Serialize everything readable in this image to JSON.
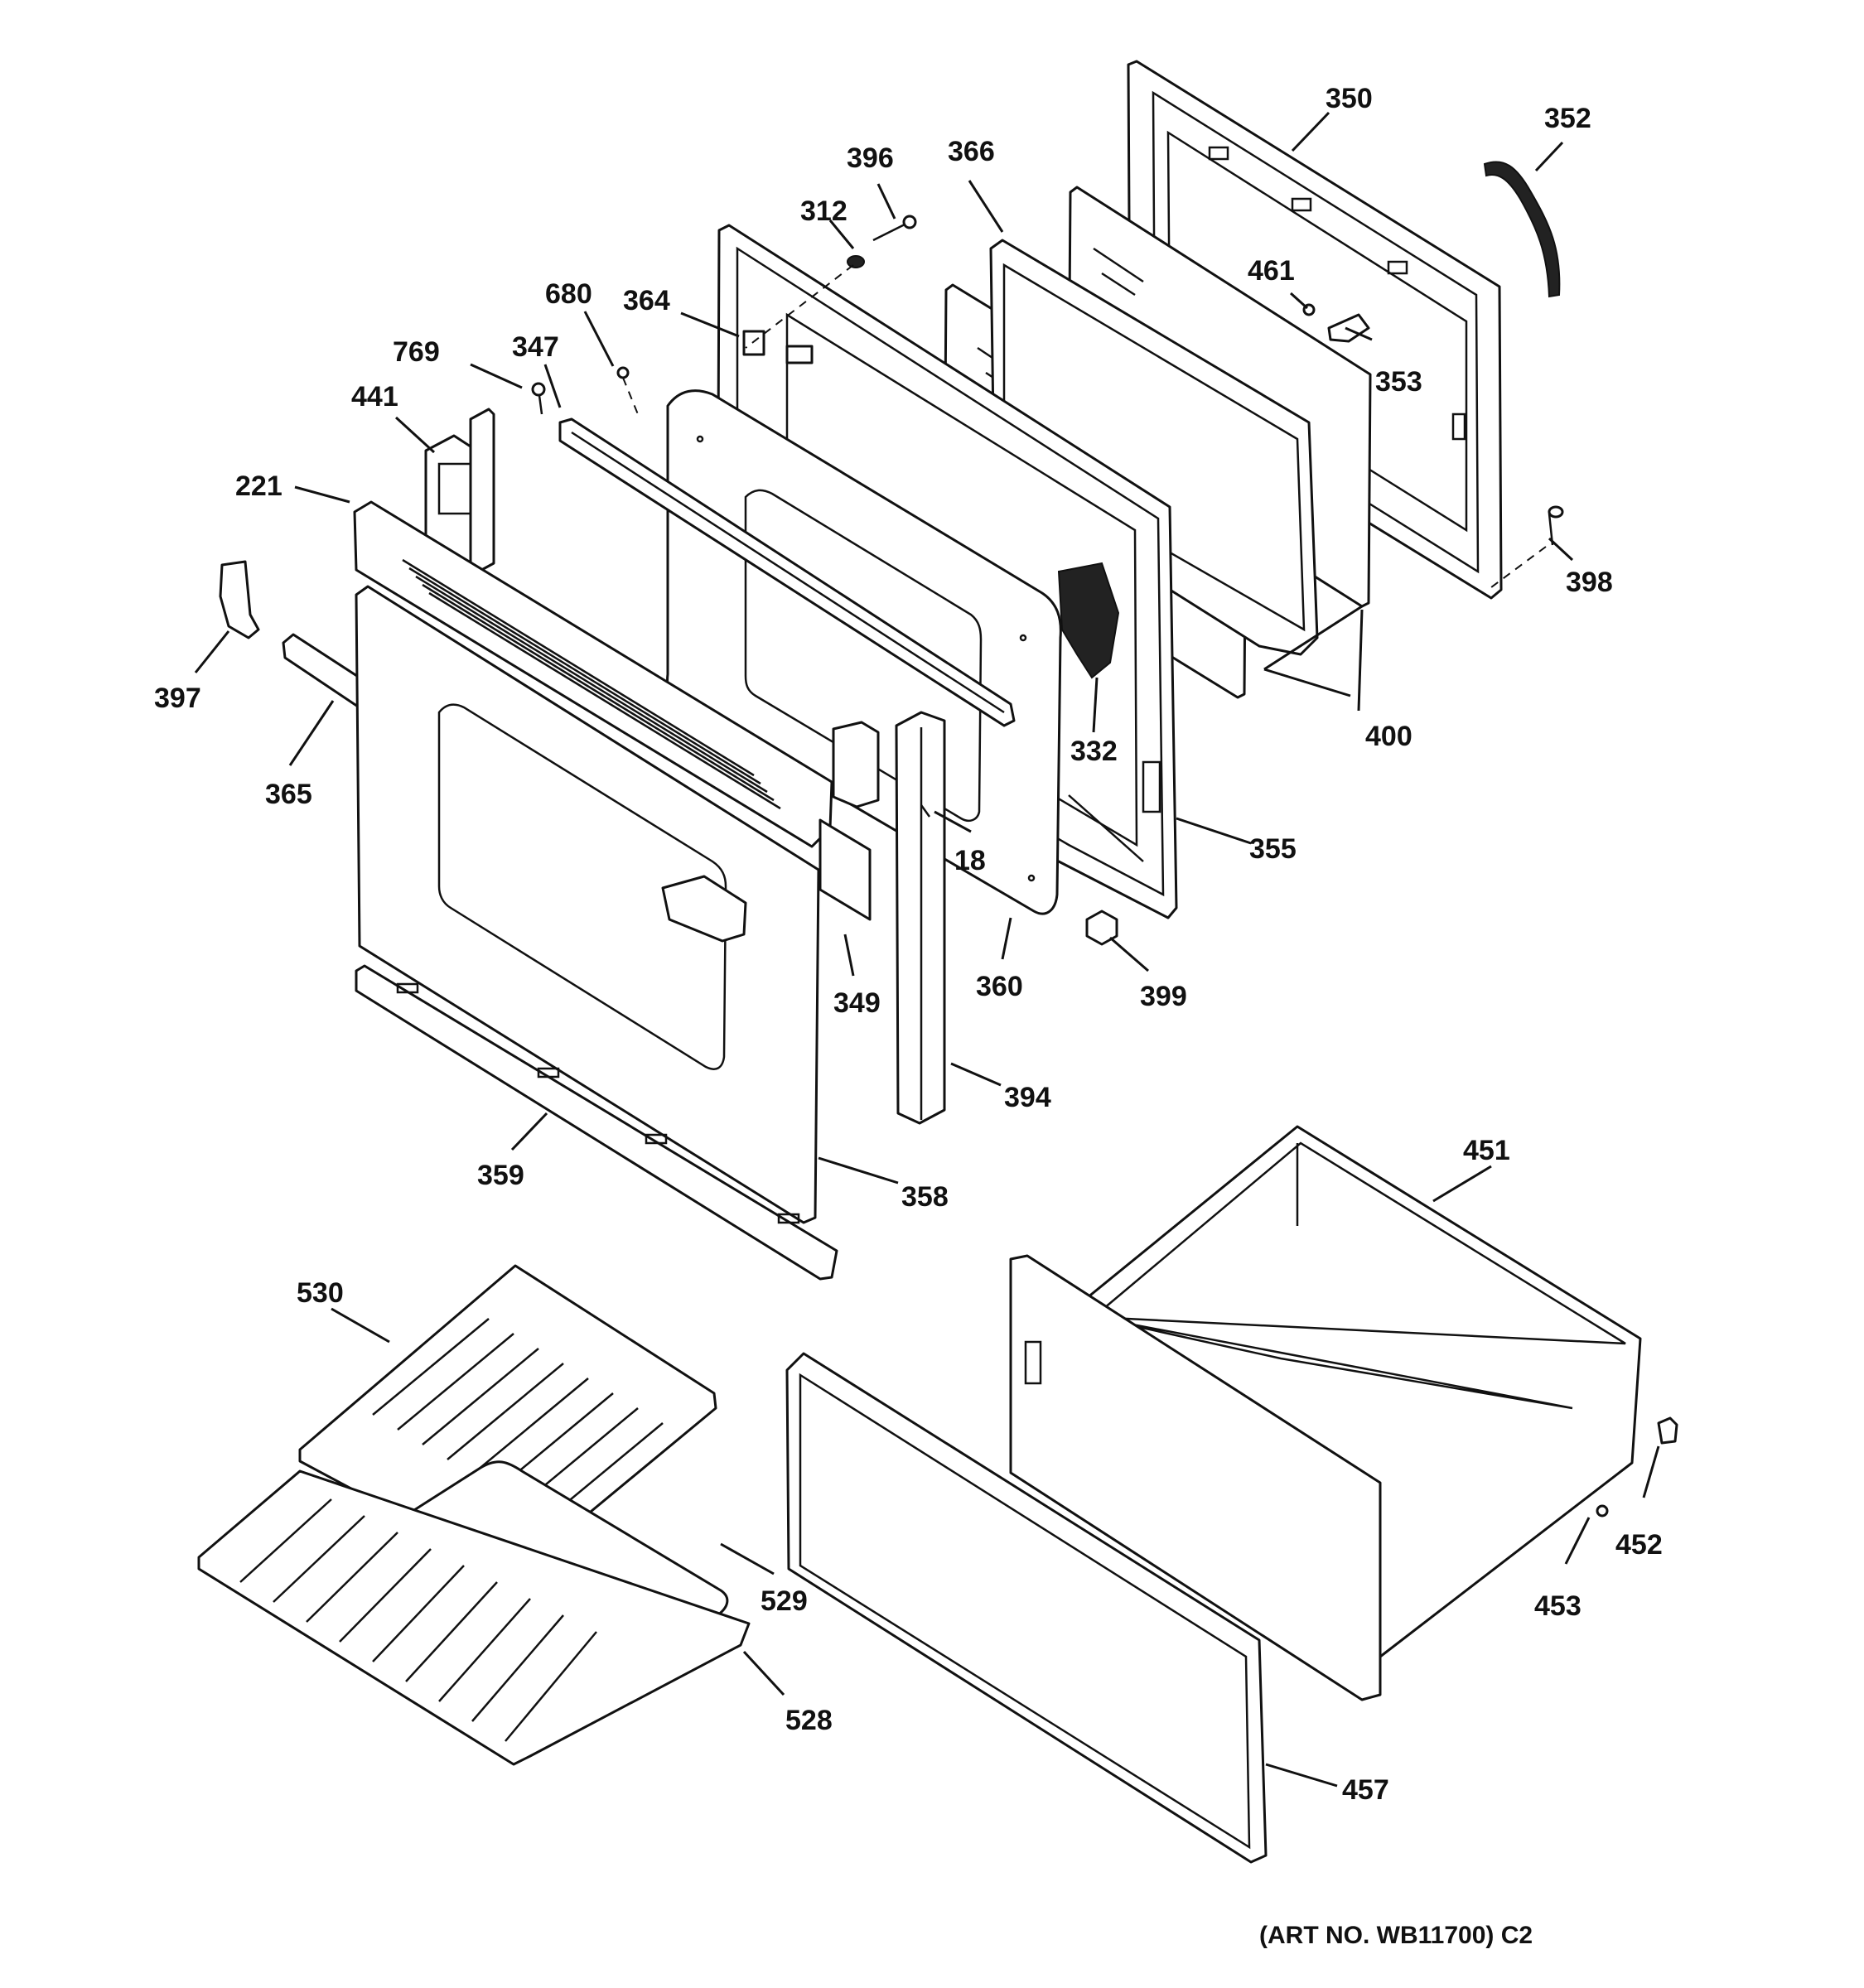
{
  "parts": [
    {
      "id": "350",
      "label": "350"
    },
    {
      "id": "352",
      "label": "352"
    },
    {
      "id": "396",
      "label": "396"
    },
    {
      "id": "366",
      "label": "366"
    },
    {
      "id": "312",
      "label": "312"
    },
    {
      "id": "461",
      "label": "461"
    },
    {
      "id": "680",
      "label": "680"
    },
    {
      "id": "364",
      "label": "364"
    },
    {
      "id": "353",
      "label": "353"
    },
    {
      "id": "769",
      "label": "769"
    },
    {
      "id": "347",
      "label": "347"
    },
    {
      "id": "441",
      "label": "441"
    },
    {
      "id": "221",
      "label": "221"
    },
    {
      "id": "398",
      "label": "398"
    },
    {
      "id": "397",
      "label": "397"
    },
    {
      "id": "400",
      "label": "400"
    },
    {
      "id": "332",
      "label": "332"
    },
    {
      "id": "365",
      "label": "365"
    },
    {
      "id": "18",
      "label": "18"
    },
    {
      "id": "355",
      "label": "355"
    },
    {
      "id": "349",
      "label": "349"
    },
    {
      "id": "360",
      "label": "360"
    },
    {
      "id": "399",
      "label": "399"
    },
    {
      "id": "394",
      "label": "394"
    },
    {
      "id": "451",
      "label": "451"
    },
    {
      "id": "359",
      "label": "359"
    },
    {
      "id": "358",
      "label": "358"
    },
    {
      "id": "530",
      "label": "530"
    },
    {
      "id": "452",
      "label": "452"
    },
    {
      "id": "529",
      "label": "529"
    },
    {
      "id": "453",
      "label": "453"
    },
    {
      "id": "528",
      "label": "528"
    },
    {
      "id": "457",
      "label": "457"
    }
  ],
  "art_number": "(ART NO. WB11700) C2"
}
